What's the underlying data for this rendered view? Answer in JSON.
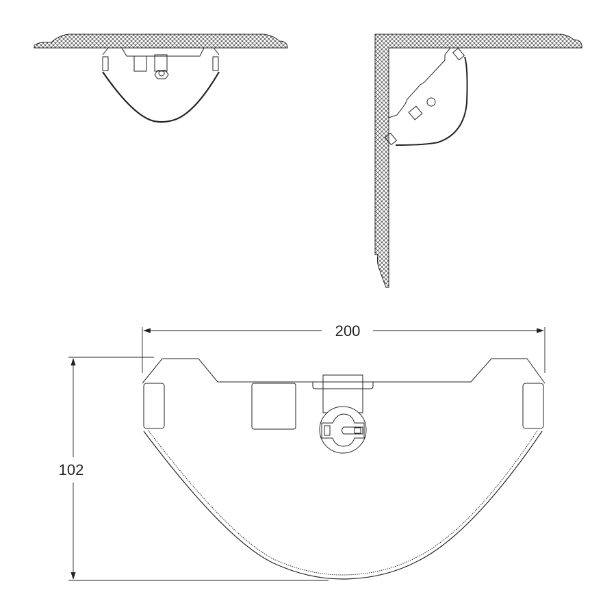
{
  "drawing": {
    "views": [
      "front-elevation",
      "side-elevation",
      "plan"
    ],
    "dimensions": {
      "width_label": "200",
      "height_label": "102"
    },
    "colors": {
      "line": "#222222",
      "background": "#ffffff"
    }
  }
}
